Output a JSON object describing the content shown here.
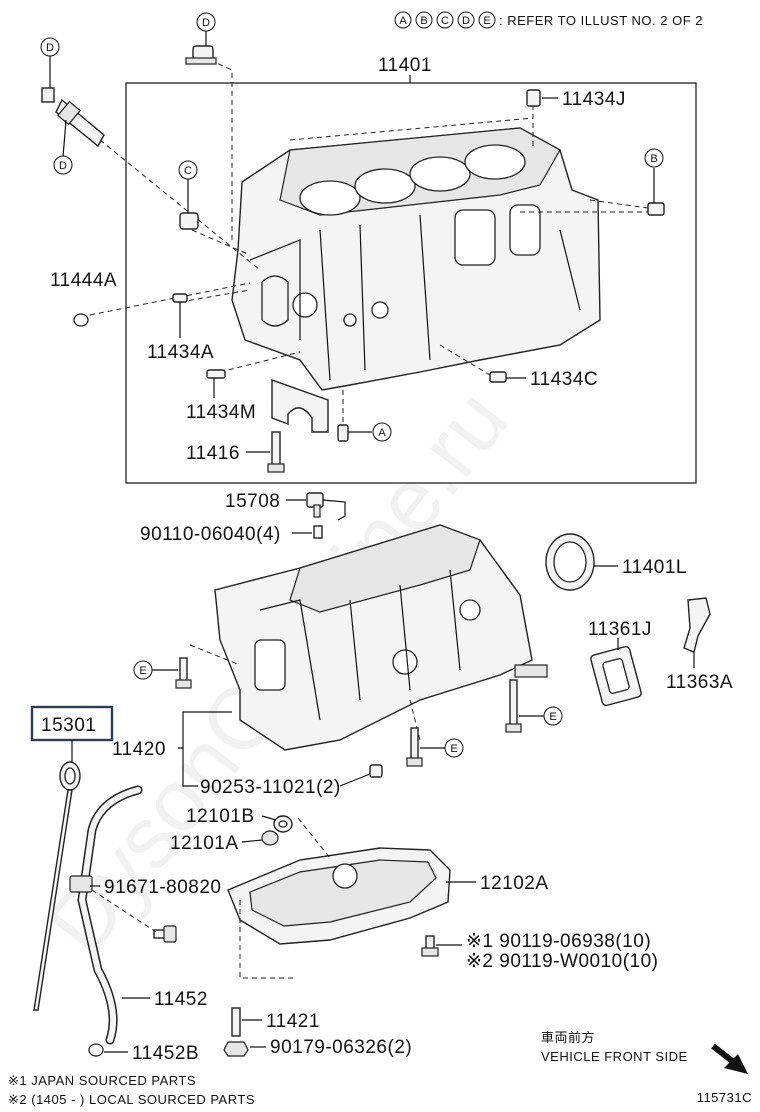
{
  "header": {
    "refer_letters": [
      "A",
      "B",
      "C",
      "D",
      "E"
    ],
    "refer_text": ": REFER TO ILLUST NO. 2 OF 2"
  },
  "parts": {
    "p11401": "11401",
    "p11434J": "11434J",
    "p11444A": "11444A",
    "p11434A": "11434A",
    "p11434M": "11434M",
    "p11434C": "11434C",
    "p11416": "11416",
    "p15708": "15708",
    "p90110": "90110-06040(4)",
    "p11401L": "11401L",
    "p11361J": "11361J",
    "p11363A": "11363A",
    "p15301": "15301",
    "p11420": "11420",
    "p90253": "90253-11021(2)",
    "p12101B": "12101B",
    "p12101A": "12101A",
    "p12102A": "12102A",
    "p91671": "91671-80820",
    "p90119a": "※1 90119-06938(10)",
    "p90119b": "※2 90119-W0010(10)",
    "p11452": "11452",
    "p11421": "11421",
    "p90179": "90179-06326(2)",
    "p11452B": "11452B"
  },
  "callouts": {
    "d1": "D",
    "d2": "D",
    "d3": "D",
    "c1": "C",
    "b1": "B",
    "a1": "A",
    "e1": "E",
    "e2": "E",
    "e3": "E"
  },
  "direction": {
    "jp": "車両前方",
    "en": "VEHICLE FRONT SIDE"
  },
  "footnotes": {
    "note1": "※1 JAPAN SOURCED PARTS",
    "note2": "※2 (1405 -        ) LOCAL SOURCED PARTS"
  },
  "illustration_code": "115731C",
  "watermark": "DysonCarMine.ru"
}
